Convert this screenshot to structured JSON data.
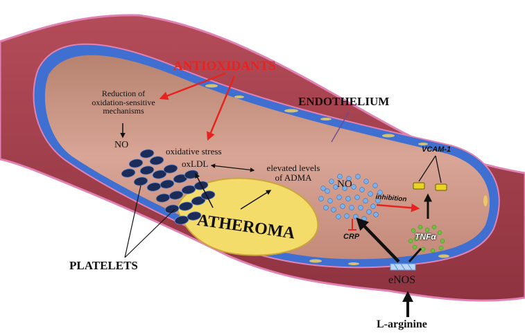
{
  "colors": {
    "antioxidant_red": "#e8231f",
    "wall_outer": "#a8404c",
    "wall_edge": "#e083b4",
    "lumen": "#c99383",
    "endothelium_blue": "#3f6fd0",
    "atheroma_yellow": "#f4dc6a",
    "platelet_navy": "#1c2c58",
    "no_particle_blue": "#7ab3ec",
    "tnf_green": "#6cc23c",
    "vcam_yellow": "#e8d420"
  },
  "labels": {
    "antioxidants": "ANTIOXIDANTS",
    "endothelium": "ENDOTHELIUM",
    "reduction": "Reduction of\noxidation-sensitive\nmechanisms",
    "no_left": "NO",
    "oxidative_stress": "oxidative stress",
    "oxldl": "oxLDL",
    "adma": "elevated levels\nof ADMA",
    "atheroma": "ATHEROMA",
    "platelets": "PLATELETS",
    "no_right": "NO",
    "crp": "CRP",
    "inhibition": "inhibition",
    "tnf": "TNFα",
    "vcam": "VCAM-1",
    "enos": "eNOS",
    "l_arginine": "L-arginine"
  }
}
